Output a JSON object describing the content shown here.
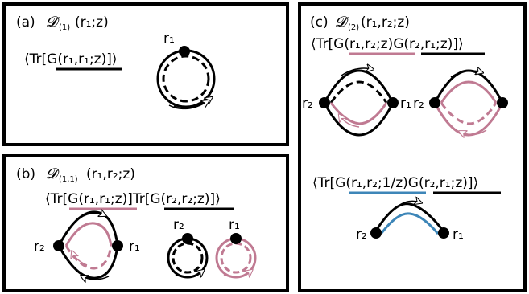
{
  "panels": {
    "a": {
      "label": "(a)",
      "func_symbol": "𝓓",
      "func_sub": "(1)",
      "func_args": "(r₁;z)",
      "trace_expr": "⟨Tr[G(r₁,r₁;z)]⟩",
      "node_label": "r₁"
    },
    "b": {
      "label": "(b)",
      "func_symbol": "𝓓",
      "func_sub": "(1,1)",
      "func_args": "(r₁,r₂;z)",
      "trace_expr": "⟨Tr[G(r₁,r₁;z)]Tr[G(r₂,r₂;z)]⟩",
      "left_node": "r₂",
      "right_node": "r₁",
      "ring1_label": "r₂",
      "ring2_label": "r₁"
    },
    "c": {
      "label": "(c)",
      "func_symbol": "𝓓",
      "func_sub": "(2)",
      "func_args": "(r₁,r₂;z)",
      "trace_expr": "⟨Tr[G(r₁,r₂;z)G(r₂,r₁;z)]⟩",
      "d1_left": "r₂",
      "d1_right": "r₁",
      "d2_left": "r₂",
      "trace_expr2": "⟨Tr[G(r₁,r₂;1/z)G(r₂,r₁;z)]⟩",
      "d3_left": "r₂",
      "d3_right": "r₁"
    }
  },
  "colors": {
    "pink": "#c07a92",
    "blue": "#3d86b8",
    "black": "#000000"
  }
}
